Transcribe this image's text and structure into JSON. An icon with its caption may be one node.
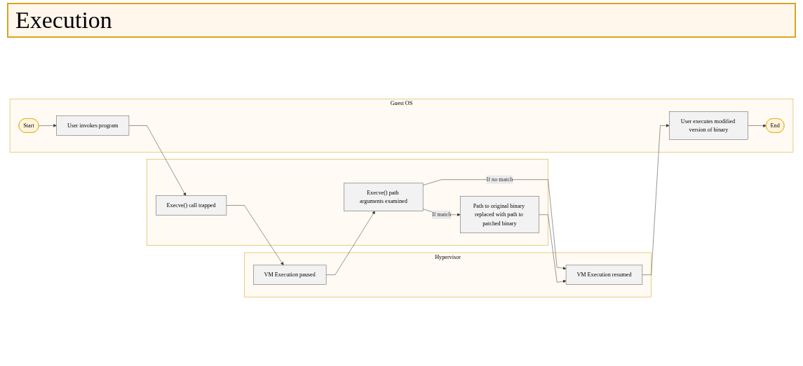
{
  "diagram": {
    "title": "Execution",
    "nodes": [
      {
        "text": [
          "Hypervisor"
        ]
      },
      {
        "text": [
          "VM Execution paused"
        ],
        "in": 0
      },
      {
        "text": [
          "VM Execution resumed"
        ],
        "in": 0
      },
      {
        "text": [],
        "shape": "box"
      },
      {
        "text": [
          "Execve() call trapped"
        ],
        "in": 3
      },
      {
        "text": [
          "Execve() path arguments examined"
        ],
        "in": 3
      },
      {
        "text": [
          "Path to original binary replaced with path to patched binary"
        ],
        "in": 3
      },
      {
        "text": [
          "Guest OS"
        ]
      },
      {
        "text": [
          "Start"
        ],
        "in": 7
      },
      {
        "text": [
          "User invokes program"
        ],
        "in": 7
      },
      {
        "text": [
          "User executes modified version of binary"
        ],
        "in": 7
      },
      {
        "text": [
          "End"
        ],
        "in": 7
      }
    ],
    "edges": [
      {
        "from": 8,
        "to": 9,
        "arrow": "to"
      },
      {
        "from": 9,
        "to": 4,
        "arrow": "to"
      },
      {
        "from": 4,
        "to": 1,
        "arrow": "to"
      },
      {
        "from": 1,
        "to": 5,
        "arrow": "to"
      },
      {
        "from": 5,
        "to": 2,
        "arrow": "to",
        "label": "If no match"
      },
      {
        "from": 5,
        "to": 6,
        "arrow": "to",
        "label": "If match"
      },
      {
        "from": 6,
        "to": 2,
        "arrow": "to"
      },
      {
        "from": 2,
        "to": 10,
        "arrow": "to"
      },
      {
        "from": 10,
        "to": 11,
        "arrow": "to"
      }
    ]
  }
}
